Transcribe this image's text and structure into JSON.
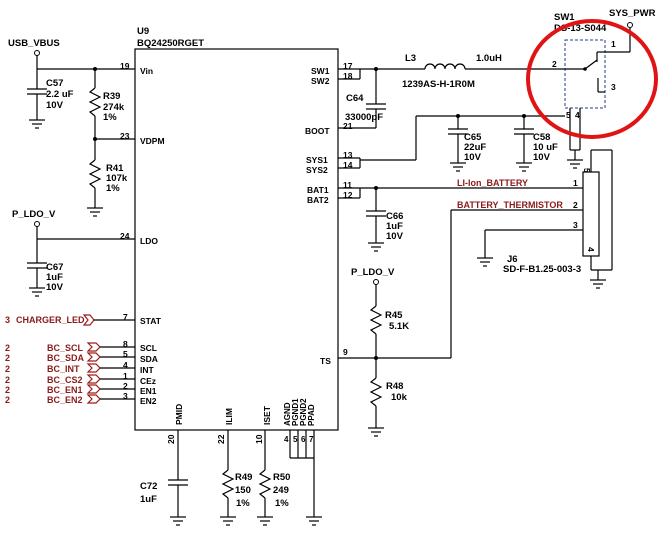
{
  "ic": {
    "ref": "U9",
    "part": "BQ24250RGET",
    "left_pins": [
      {
        "num": "19",
        "name": "Vin"
      },
      {
        "num": "23",
        "name": "VDPM"
      },
      {
        "num": "24",
        "name": "LDO"
      },
      {
        "num": "7",
        "name": "STAT"
      },
      {
        "num": "8",
        "name": "SCL"
      },
      {
        "num": "5",
        "name": "SDA"
      },
      {
        "num": "4",
        "name": "INT"
      },
      {
        "num": "1",
        "name": "CEz"
      },
      {
        "num": "2",
        "name": "EN1"
      },
      {
        "num": "3",
        "name": "EN2"
      }
    ],
    "right_pins": [
      {
        "num": "17",
        "name": "SW1"
      },
      {
        "num": "18",
        "name": "SW2"
      },
      {
        "num": "21",
        "name": "BOOT"
      },
      {
        "num": "13",
        "name": "SYS1"
      },
      {
        "num": "14",
        "name": "SYS2"
      },
      {
        "num": "11",
        "name": "BAT1"
      },
      {
        "num": "12",
        "name": "BAT2"
      },
      {
        "num": "9",
        "name": "TS"
      }
    ],
    "bottom_pins": [
      {
        "num": "20",
        "name": "PMID"
      },
      {
        "num": "22",
        "name": "ILIM"
      },
      {
        "num": "10",
        "name": "ISET"
      },
      {
        "num": "4",
        "name": "AGND"
      },
      {
        "num": "5",
        "name": "PGND1"
      },
      {
        "num": "6",
        "name": "PGND2"
      },
      {
        "num": "7",
        "name": "PPAD"
      }
    ]
  },
  "nets": {
    "usb_vbus": "USB_VBUS",
    "sys_pwr": "SYS_PWR",
    "p_ldo_v_left": "P_LDO_V",
    "p_ldo_v_right": "P_LDO_V",
    "li_ion": "LI-Ion_BATTERY",
    "thermistor": "BATTERY_THERMISTOR"
  },
  "ports": [
    {
      "sheet": "3",
      "name": "CHARGER_LED"
    },
    {
      "sheet": "2",
      "name": "BC_SCL"
    },
    {
      "sheet": "2",
      "name": "BC_SDA"
    },
    {
      "sheet": "2",
      "name": "BC_INT"
    },
    {
      "sheet": "2",
      "name": "BC_CS2"
    },
    {
      "sheet": "2",
      "name": "BC_EN1"
    },
    {
      "sheet": "2",
      "name": "BC_EN2"
    }
  ],
  "components": {
    "c57": {
      "ref": "C57",
      "v1": "2.2 uF",
      "v2": "10V"
    },
    "r39": {
      "ref": "R39",
      "v1": "274k",
      "v2": "1%"
    },
    "r41": {
      "ref": "R41",
      "v1": "107k",
      "v2": "1%"
    },
    "c67": {
      "ref": "C67",
      "v1": "1uF",
      "v2": "10V"
    },
    "l3": {
      "ref": "L3",
      "value": "1.0uH",
      "part": "1239AS-H-1R0M"
    },
    "c64": {
      "ref": "C64",
      "value": "33000pF"
    },
    "c65": {
      "ref": "C65",
      "v1": "22uF",
      "v2": "10V"
    },
    "c58": {
      "ref": "C58",
      "v1": "10 uF",
      "v2": "10V"
    },
    "c66": {
      "ref": "C66",
      "v1": "1uF",
      "v2": "10V"
    },
    "r45": {
      "ref": "R45",
      "value": "5.1K"
    },
    "r48": {
      "ref": "R48",
      "value": "10k"
    },
    "c72": {
      "ref": "C72",
      "value": "1uF"
    },
    "r49": {
      "ref": "R49",
      "v1": "150",
      "v2": "1%"
    },
    "r50": {
      "ref": "R50",
      "v1": "249",
      "v2": "1%"
    }
  },
  "switch": {
    "ref": "SW1",
    "part": "DS-13-S044",
    "pins": [
      "1",
      "2",
      "3",
      "5",
      "4"
    ]
  },
  "connector": {
    "ref": "J6",
    "part": "SD-F-B1.25-003-3",
    "pins": [
      "1",
      "2",
      "3",
      "4"
    ],
    "top_pin": "5"
  }
}
